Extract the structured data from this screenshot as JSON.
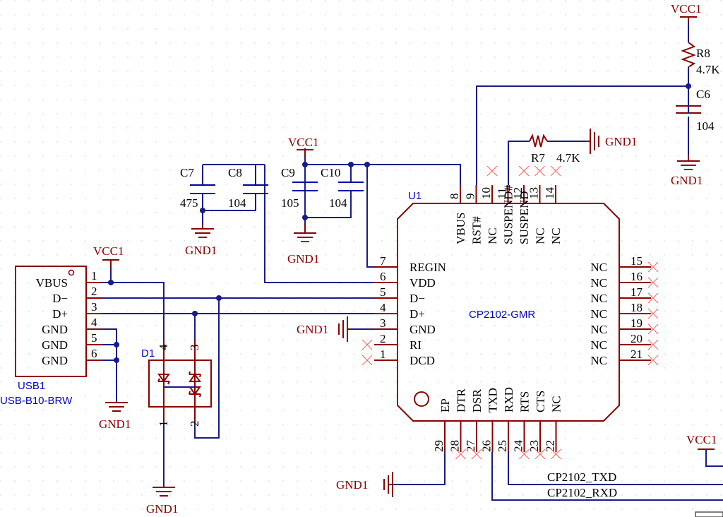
{
  "power_labels": {
    "vcc_top_right": "VCC1",
    "vcc_mid": "VCC1",
    "vcc_left": "VCC1",
    "vcc_bottom_right": "VCC1",
    "gnd_c7_c8": "GND1",
    "gnd_c9_c10": "GND1",
    "gnd_r7": "GND1",
    "gnd_c6": "GND1",
    "gnd_u1_pin3": "GND1",
    "gnd_usb": "GND1",
    "gnd_d1": "GND1",
    "gnd_ep": "GND1"
  },
  "components": {
    "r8": {
      "ref": "R8",
      "value": "4.7K"
    },
    "c6": {
      "ref": "C6",
      "value": "104"
    },
    "r7": {
      "ref": "R7",
      "value": "4.7K"
    },
    "c7": {
      "ref": "C7",
      "value": "475"
    },
    "c8": {
      "ref": "C8",
      "value": "104"
    },
    "c9": {
      "ref": "C9",
      "value": "105"
    },
    "c10": {
      "ref": "C10",
      "value": "104"
    },
    "d1": {
      "ref": "D1"
    },
    "usb1": {
      "ref": "USB1",
      "value": "USB-B10-BRW",
      "pins": [
        {
          "num": "1",
          "name": "VBUS"
        },
        {
          "num": "2",
          "name": "D−"
        },
        {
          "num": "3",
          "name": "D+"
        },
        {
          "num": "4",
          "name": "GND"
        },
        {
          "num": "5",
          "name": "GND"
        },
        {
          "num": "6",
          "name": "GND"
        }
      ]
    },
    "u1": {
      "ref": "U1",
      "value": "CP2102-GMR",
      "left_pins": [
        {
          "num": "7",
          "name": "REGIN"
        },
        {
          "num": "6",
          "name": "VDD"
        },
        {
          "num": "5",
          "name": "D−"
        },
        {
          "num": "4",
          "name": "D+"
        },
        {
          "num": "3",
          "name": "GND"
        },
        {
          "num": "2",
          "name": "RI"
        },
        {
          "num": "1",
          "name": "DCD"
        }
      ],
      "top_pins": [
        {
          "num": "8",
          "name": "VBUS"
        },
        {
          "num": "9",
          "name": "RST#"
        },
        {
          "num": "10",
          "name": "NC"
        },
        {
          "num": "11",
          "name": "SUSPEND#"
        },
        {
          "num": "12",
          "name": "SUSPEND"
        },
        {
          "num": "13",
          "name": "NC"
        },
        {
          "num": "14",
          "name": "NC"
        }
      ],
      "right_pins": [
        {
          "num": "15",
          "name": "NC"
        },
        {
          "num": "16",
          "name": "NC"
        },
        {
          "num": "17",
          "name": "NC"
        },
        {
          "num": "18",
          "name": "NC"
        },
        {
          "num": "19",
          "name": "NC"
        },
        {
          "num": "20",
          "name": "NC"
        },
        {
          "num": "21",
          "name": "NC"
        }
      ],
      "bottom_pins": [
        {
          "num": "29",
          "name": "EP"
        },
        {
          "num": "28",
          "name": "DTR"
        },
        {
          "num": "27",
          "name": "DSR"
        },
        {
          "num": "26",
          "name": "TXD"
        },
        {
          "num": "25",
          "name": "RXD"
        },
        {
          "num": "24",
          "name": "RTS"
        },
        {
          "num": "23",
          "name": "CTS"
        },
        {
          "num": "22",
          "name": "NC"
        }
      ]
    }
  },
  "d1_pins": {
    "p4": "4",
    "p3": "3",
    "p1": "1",
    "p2": "2"
  },
  "nets": {
    "txd": "CP2102_TXD",
    "rxd": "CP2102_RXD"
  },
  "colors": {
    "wire": "#1a1a8c",
    "component": "#8b0000",
    "designator": "#0000cc",
    "no_connect": "#ff6060"
  }
}
